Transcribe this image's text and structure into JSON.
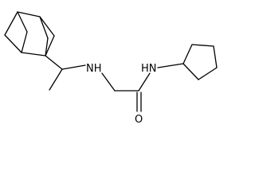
{
  "structure": {
    "atoms": {
      "amine_nh": "NH",
      "amide_nh": "HN",
      "carbonyl_o": "O"
    },
    "colors": {
      "bond": "#000000",
      "label": "#000000",
      "background": "#ffffff"
    }
  }
}
